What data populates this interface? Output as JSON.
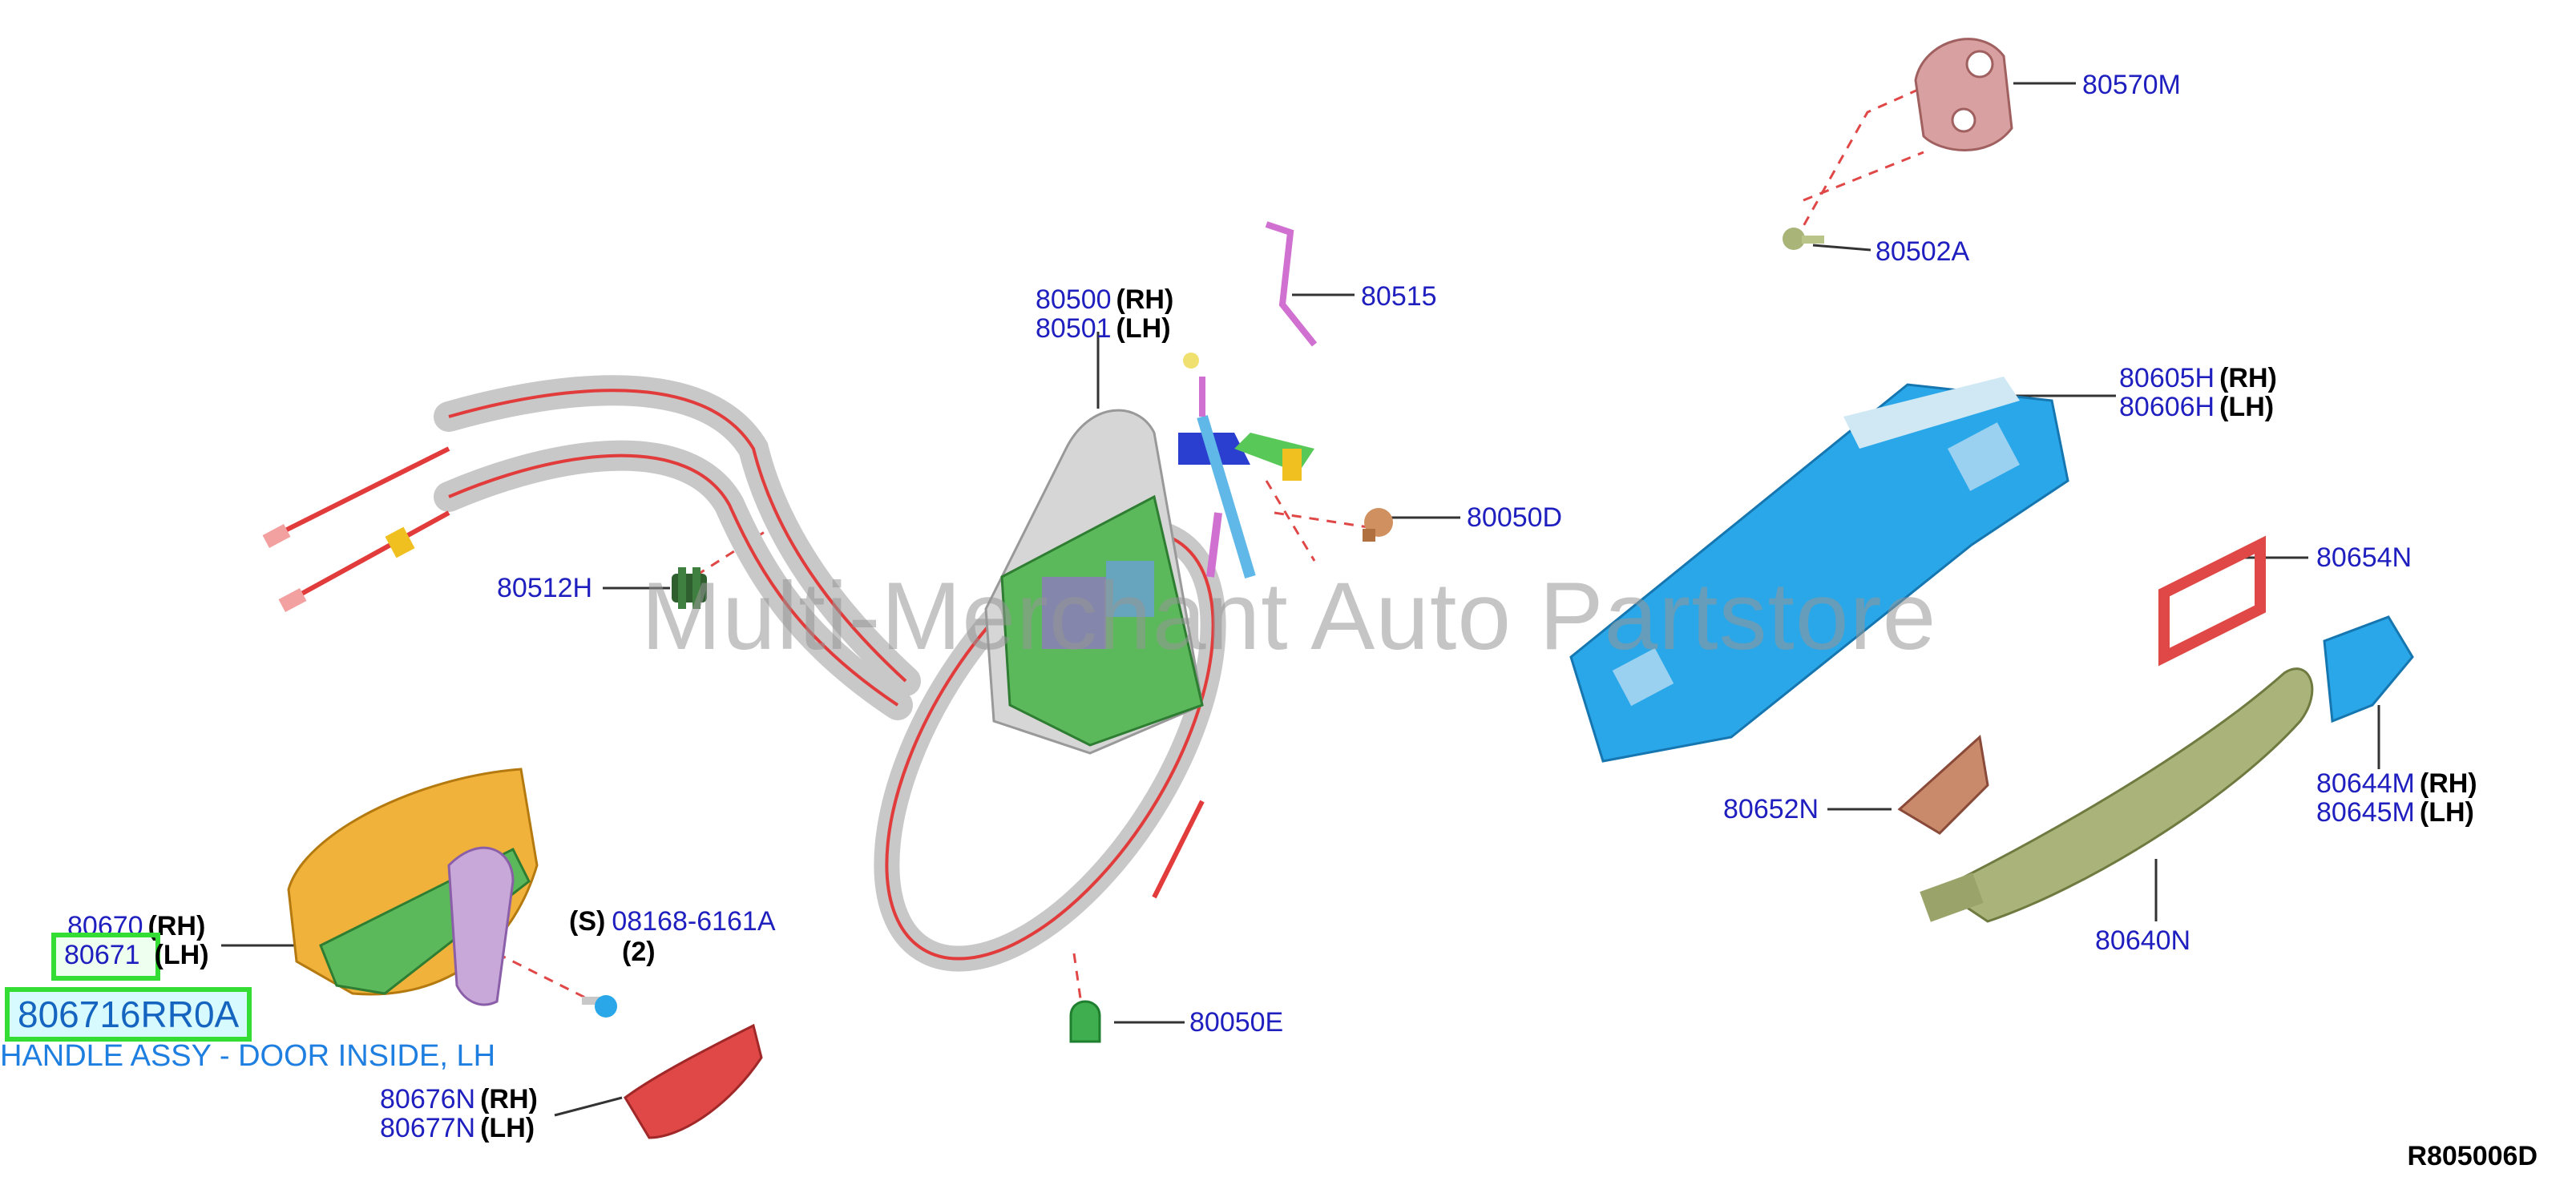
{
  "watermark": "Multi-Merchant Auto Partstore",
  "diagram_ref": "R805006D",
  "highlight": {
    "part_number": "806716RR0A",
    "description": "HANDLE ASSY - DOOR INSIDE, LH"
  },
  "callouts": {
    "p80570M": "80570M",
    "p80502A": "80502A",
    "p80515": "80515",
    "p80500": "80500",
    "p80501": "80501",
    "p80605H": "80605H",
    "p80606H": "80606H",
    "p80050D": "80050D",
    "p80512H": "80512H",
    "p80654N": "80654N",
    "p80644M": "80644M",
    "p80645M": "80645M",
    "p80652N": "80652N",
    "p80640N": "80640N",
    "p80670": "80670",
    "p80671": "80671",
    "p08168": "08168-6161A",
    "p80050E": "80050E",
    "p80676N": "80676N",
    "p80677N": "80677N"
  },
  "suffix": {
    "rh": "(RH)",
    "lh": "(LH)",
    "s": "(S)",
    "qty2": "(2)"
  },
  "colors": {
    "label_blue": "#1f1fbf",
    "highlight_green": "#33dd33",
    "lock_body_blue": "#2aa7e8",
    "handle_olive": "#aab47a",
    "inner_handle_orange": "#f0b23a",
    "escutcheon_red": "#e04848",
    "cable_red": "#e23b3b",
    "cable_sheath_gray": "#c8c8c8"
  }
}
